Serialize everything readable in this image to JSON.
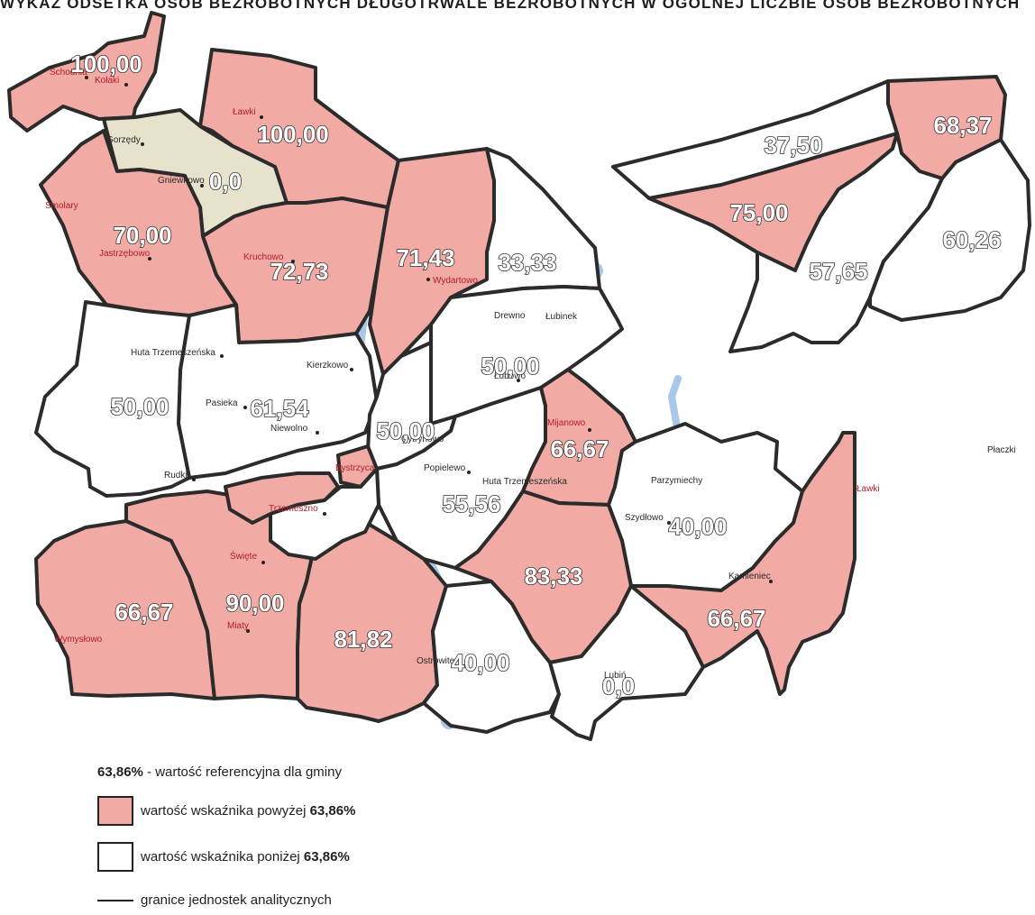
{
  "title": "WYKAZ ODSETKA OSÓB BEZROBOTNYCH DŁUGOTRWALE BEZROBOTNYCH W OGÓLNEJ LICZBIE OSÓB BEZROBOTNYCH",
  "colors": {
    "above": "#f2aaa4",
    "below": "#ffffff",
    "nodata": "#e6e2cc",
    "border": "#2b2b2b",
    "river": "#a9c7e9"
  },
  "map": {
    "regions": [
      {
        "value": "100,00",
        "class": "above"
      },
      {
        "value": "100,00",
        "class": "above"
      },
      {
        "value": "0,0",
        "class": "nodata"
      },
      {
        "value": "70,00",
        "class": "above"
      },
      {
        "value": "72,73",
        "class": "above"
      },
      {
        "value": "71,43",
        "class": "above"
      },
      {
        "value": "33,33",
        "class": "below"
      },
      {
        "value": "50,00",
        "class": "below"
      },
      {
        "value": "61,54",
        "class": "below"
      },
      {
        "value": "50,00",
        "class": "below"
      },
      {
        "value": "50,00",
        "class": "below"
      },
      {
        "value": "55,56",
        "class": "below"
      },
      {
        "value": "66,67",
        "class": "above"
      },
      {
        "value": "40,00",
        "class": "below"
      },
      {
        "value": "83,33",
        "class": "above"
      },
      {
        "value": "66,67",
        "class": "above"
      },
      {
        "value": "90,00",
        "class": "above"
      },
      {
        "value": "81,82",
        "class": "above"
      },
      {
        "value": "40,00",
        "class": "below"
      },
      {
        "value": "0,0",
        "class": "below"
      },
      {
        "value": "66,67",
        "class": "above"
      },
      {
        "value": "37,50",
        "class": "below"
      },
      {
        "value": "68,37",
        "class": "above"
      },
      {
        "value": "75,00",
        "class": "above"
      },
      {
        "value": "57,65",
        "class": "below"
      },
      {
        "value": "60,26",
        "class": "below"
      }
    ],
    "places": [
      "Schodnia",
      "Kołaki",
      "Ławki",
      "Gorzędy",
      "Gniewkowo",
      "Smolary",
      "Jastrzębowo",
      "Kruchowo",
      "Wydartowo",
      "Huta Trzemeszeńska",
      "Kierzkowo",
      "Pasieka",
      "Niewolno",
      "Rudki",
      "Łubowo",
      "Cytrynowo",
      "Popielewo",
      "Huta Trzemeszeńska",
      "Mijanowo",
      "Płaczki",
      "Parzymiechy",
      "Szydłowo",
      "Kamieniec",
      "Trzemeszno",
      "Bystrzyca",
      "Święte",
      "Miaty",
      "Ostrowite",
      "Lubiń",
      "Wymysłowo",
      "Łubinek",
      "Drewno",
      "Ławki"
    ]
  },
  "legend": {
    "reference_value": "63,86%",
    "reference_label": " - wartość referencyjna dla gminy",
    "above_label": "wartość wskaźnika powyżej ",
    "above_value": "63,86%",
    "below_label": "wartość wskaźnika poniżej ",
    "below_value": "63,86%",
    "border_label": "granice jednostek analitycznych"
  }
}
